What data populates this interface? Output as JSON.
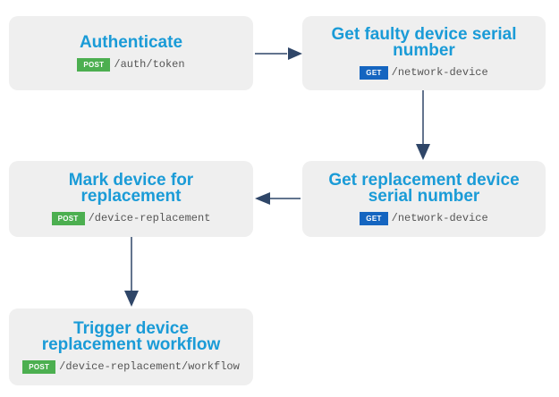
{
  "colors": {
    "title": "#1a9bd7",
    "post_badge": "#4caf50",
    "get_badge": "#1565c0",
    "box_bg": "#efefef",
    "arrow": "#2f4668"
  },
  "steps": {
    "authenticate": {
      "title": "Authenticate",
      "method": "POST",
      "path": "/auth/token"
    },
    "faulty_serial": {
      "title": "Get faulty device serial\nnumber",
      "method": "GET",
      "path": "/network-device"
    },
    "replacement_serial": {
      "title": "Get replacement device\nserial number",
      "method": "GET",
      "path": "/network-device"
    },
    "mark_replacement": {
      "title": "Mark device for\nreplacement",
      "method": "POST",
      "path": "/device-replacement"
    },
    "trigger_workflow": {
      "title": "Trigger device\nreplacement workflow",
      "method": "POST",
      "path": "/device-replacement/workflow"
    }
  }
}
